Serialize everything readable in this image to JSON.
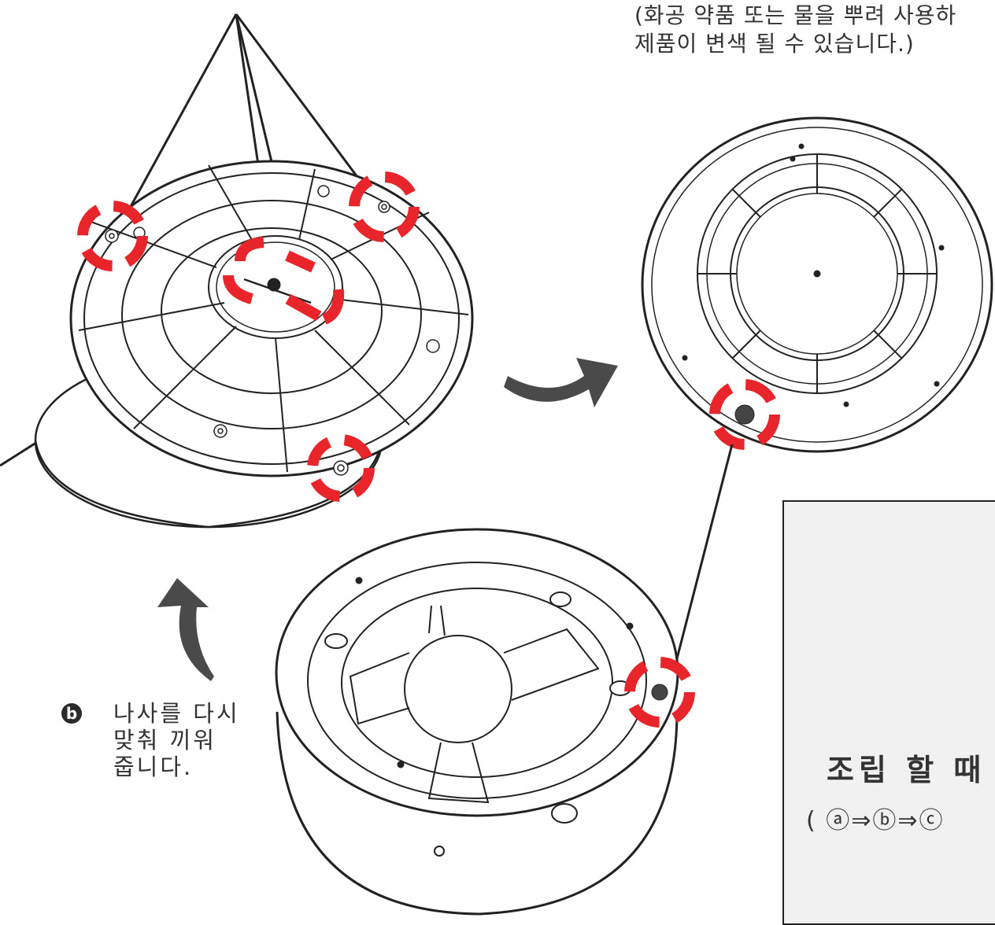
{
  "notes": {
    "top_line1": "(화공 약품 또는 물을 뿌려 사용하",
    "top_line2": "제품이 변색 될 수 있습니다.)"
  },
  "step_b": {
    "marker": "b",
    "line1": "나사를 다시",
    "line2": "맞춰 끼워",
    "line3": "줍니다."
  },
  "assembly": {
    "title": "조립 할 때",
    "order": "( ⓐ⇒ⓑ⇒ⓒ"
  },
  "colors": {
    "highlight": "#e8252b",
    "line": "#222222",
    "arrow": "#4a4a4a",
    "panel": "#f1f1f1"
  },
  "icons": [
    "screw-icon",
    "curved-arrow-icon"
  ]
}
